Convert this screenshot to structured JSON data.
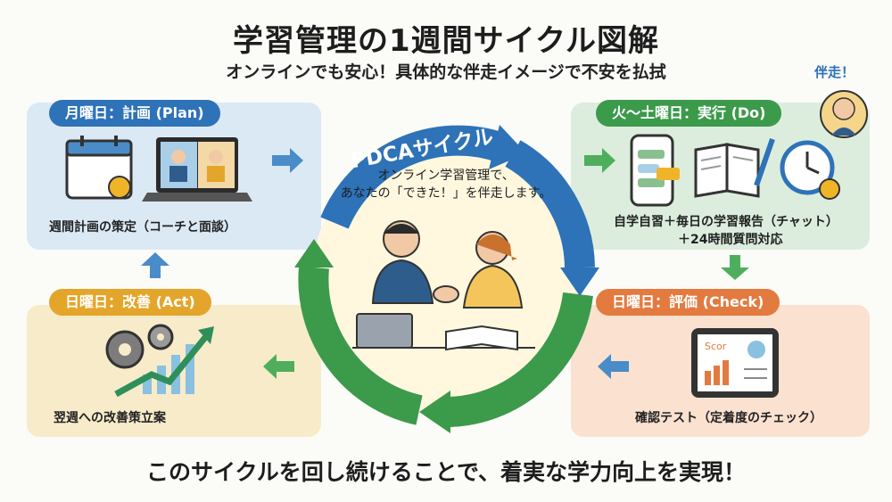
{
  "header": {
    "title": "学習管理の1週間サイクル図解",
    "subtitle": "オンラインでも安心！具体的な伴走イメージで不安を払拭"
  },
  "badge": {
    "label": "伴走！"
  },
  "cycle": {
    "label": "PDCAサイクル",
    "center_line1": "オンライン学習管理で、",
    "center_line2": "あなたの「できた！」を伴走します。"
  },
  "phases": {
    "plan": {
      "label": "月曜日：計画 (Plan)",
      "caption": "週間計画の策定（コーチと面談）"
    },
    "do": {
      "label": "火〜土曜日：実行 (Do)",
      "caption_line1": "自学自習＋毎日の学習報告（チャット）",
      "caption_line2": "＋24時間質問対応"
    },
    "check": {
      "label": "日曜日：評価 (Check)",
      "caption": "確認テスト（定着度のチェック）",
      "tablet_text": "Scor"
    },
    "act": {
      "label": "日曜日：改善 (Act)",
      "caption": "翌週への改善策立案"
    }
  },
  "footer": {
    "text": "このサイクルを回し続けることで、着実な学力向上を実現！"
  },
  "colors": {
    "plan": "#2e72b8",
    "do": "#3c9a4b",
    "check": "#e37a3f",
    "act": "#e3a52a"
  }
}
